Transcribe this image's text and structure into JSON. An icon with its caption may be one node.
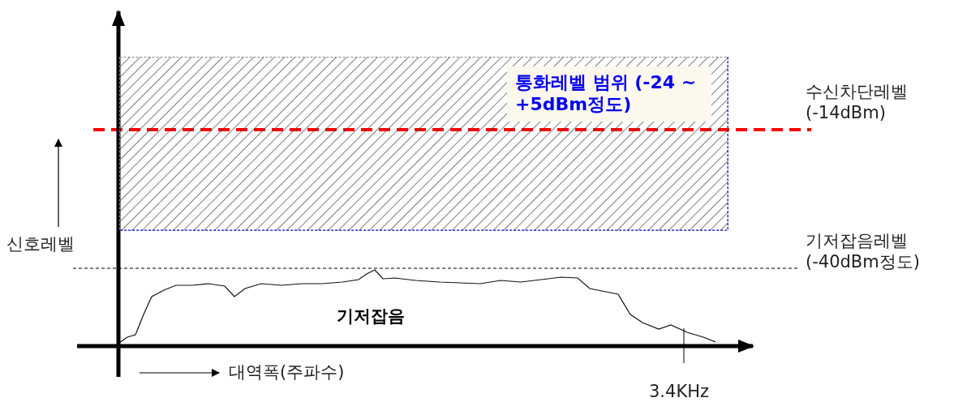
{
  "diagram": {
    "nodes": [
      {
        "text": [],
        "shape": "box"
      },
      {
        "text": [
          "통화레벨 범위 (-24 ~ +5dBm정도)"
        ],
        "in": 0
      },
      {
        "text": [
          "기저잡음"
        ]
      }
    ],
    "labels": [
      "수신차단레벨 (-14dBm)",
      "기저잡음레벨 (-40dBm정도)",
      "신호레벨",
      "대역폭(주파수)",
      "3.4KHz"
    ]
  }
}
